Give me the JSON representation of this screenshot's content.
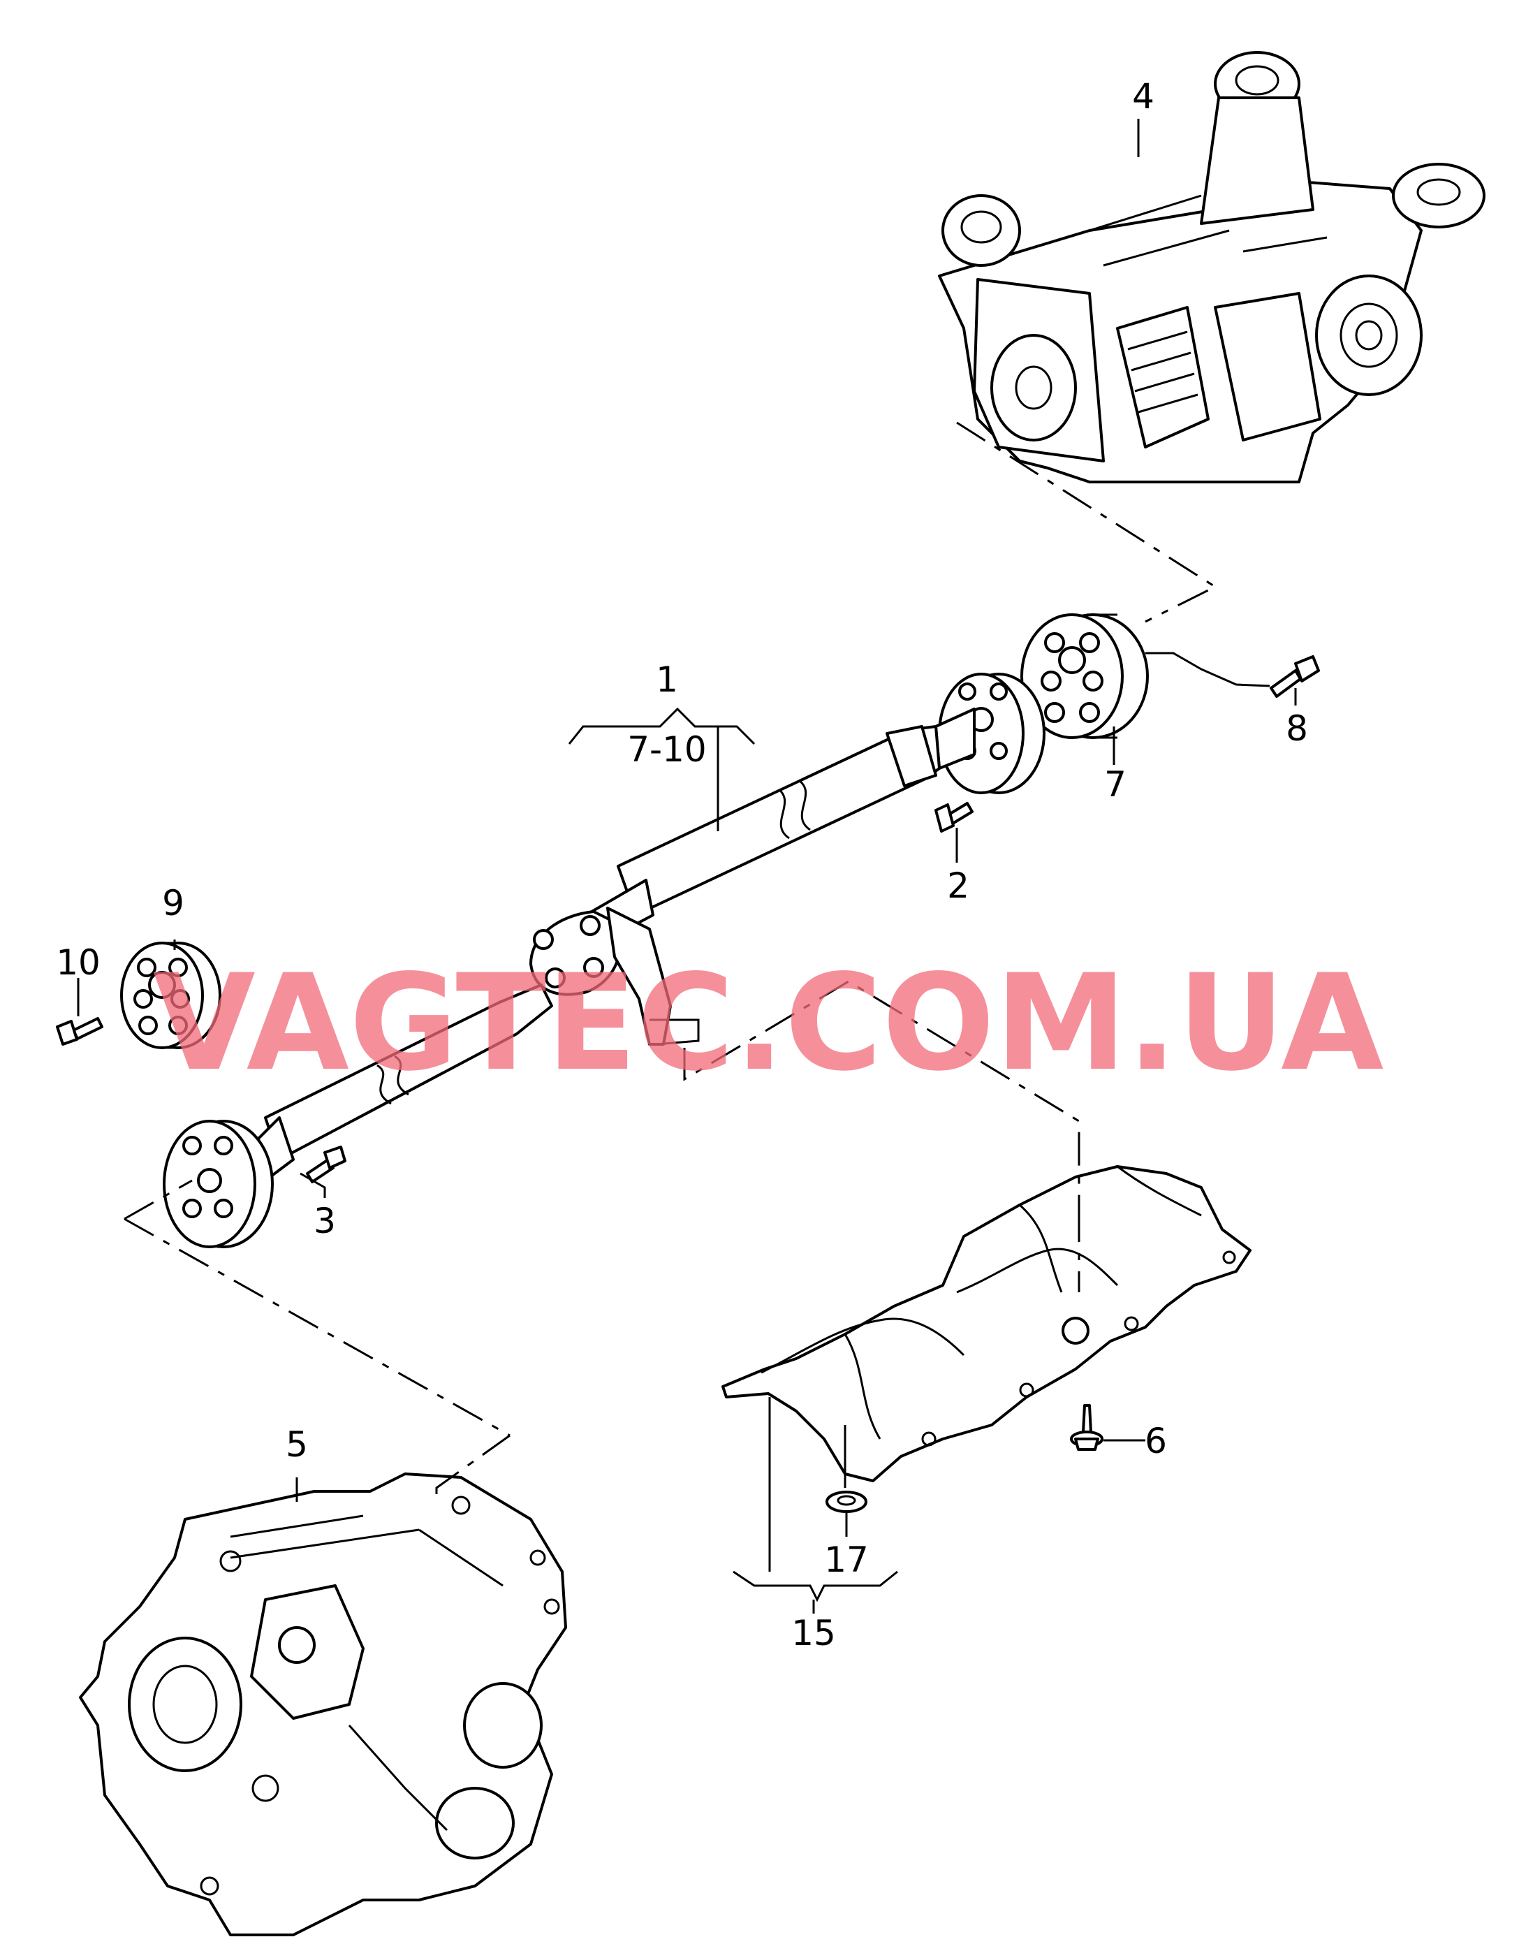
{
  "callouts": {
    "c1": "1",
    "c1_range": "7-10",
    "c2": "2",
    "c3": "3",
    "c4": "4",
    "c5": "5",
    "c6": "6",
    "c7": "7",
    "c8": "8",
    "c9": "9",
    "c10": "10",
    "c15": "15",
    "c17": "17"
  },
  "watermark": "VAGTEC.COM.UA",
  "colors": {
    "line": "#000000",
    "background": "#ffffff",
    "watermark": "#f26b7a"
  }
}
